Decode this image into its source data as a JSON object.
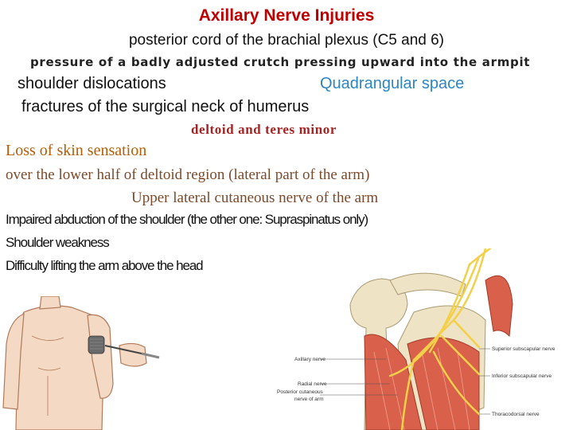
{
  "slide": {
    "title": "Axillary Nerve Injuries",
    "subtitle": "posterior cord of the brachial plexus (C5 and 6)",
    "causes": {
      "crutch": "pressure of a badly adjusted crutch pressing upward into the armpit",
      "dislocations": "shoulder dislocations",
      "fractures": "fractures of the surgical neck of humerus"
    },
    "pathway": "Quadrangular space",
    "muscles": "deltoid and teres minor",
    "sensory": {
      "title": "Loss of skin sensation",
      "region": "over the lower half of deltoid region (lateral part of the arm)",
      "nerve": "Upper lateral cutaneous nerve of the arm"
    },
    "deficits": [
      "Impaired abduction of the shoulder (the other one: Supraspinatus only)",
      "Shoulder weakness",
      "Difficulty lifting the arm above the head"
    ]
  },
  "anatomy_labels": {
    "axillary": "Axillary nerve",
    "radial": "Radial nerve",
    "posterior_cutaneous": [
      "Posterior cutaneous",
      "nerve of arm"
    ],
    "superior_subscapular": "Superior subscapular nerve",
    "inferior_subscapular": "Inferior subscapular nerve",
    "thoracodorsal": "Thoracodorsal nerve"
  },
  "colors": {
    "title": "#c00000",
    "pathway": "#2e86c1",
    "muscles": "#a52323",
    "sensory_title": "#b45f06",
    "sensory_text": "#7b4a2a",
    "nerve": "#f2d04a",
    "muscle_fill": "#d9604a",
    "bone": "#efe3c5"
  }
}
